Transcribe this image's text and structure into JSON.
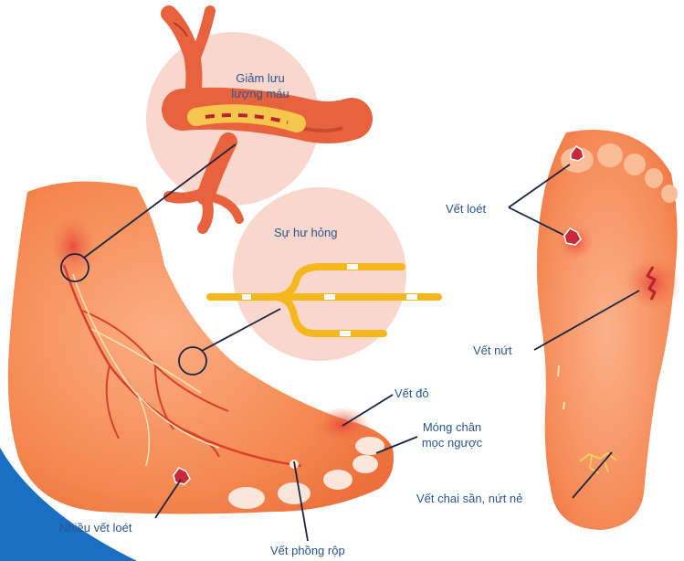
{
  "labels": {
    "reduced_blood_flow_line1": "Giảm lưu",
    "reduced_blood_flow_line2": "lượng máu",
    "nerve_damage": "Sự hư hỏng",
    "ulcers": "Vết loét",
    "cracks": "Vết nứt",
    "redness": "Vết đỏ",
    "ingrown_nail_line1": "Móng chân",
    "ingrown_nail_line2": "mọc ngược",
    "calluses": "Vết chai sần, nứt nẻ",
    "many_ulcers": "Nhiều vết loét",
    "blisters": "Vết phồng rộp"
  },
  "colors": {
    "skin": "#f58a5a",
    "skin_light": "#fbb58f",
    "vein": "#d9402c",
    "artery": "#e8623e",
    "artery_dark": "#b73a25",
    "nerve": "#f4b81c",
    "bubble": "#f9d7cc",
    "ulcer": "#c8283a",
    "label": "#2a5690",
    "corner": "#1b6fc2"
  },
  "icons": [
    "artery-illustration",
    "nerve-illustration",
    "foot-side-illustration",
    "foot-sole-illustration"
  ]
}
